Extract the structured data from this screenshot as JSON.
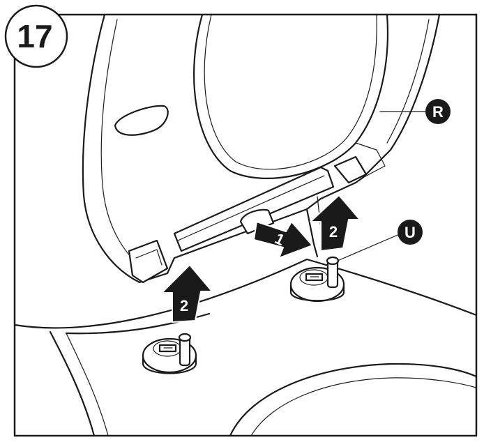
{
  "step": {
    "number": "17"
  },
  "arrows": [
    {
      "label": "1",
      "role": "slide-back"
    },
    {
      "label": "2",
      "role": "lift-left"
    },
    {
      "label": "2",
      "role": "lift-right"
    }
  ],
  "callouts": [
    {
      "letter": "R",
      "part": "seat"
    },
    {
      "letter": "U",
      "part": "hinge-post"
    }
  ],
  "colors": {
    "ink": "#1a1a1a",
    "paper": "#ffffff"
  }
}
